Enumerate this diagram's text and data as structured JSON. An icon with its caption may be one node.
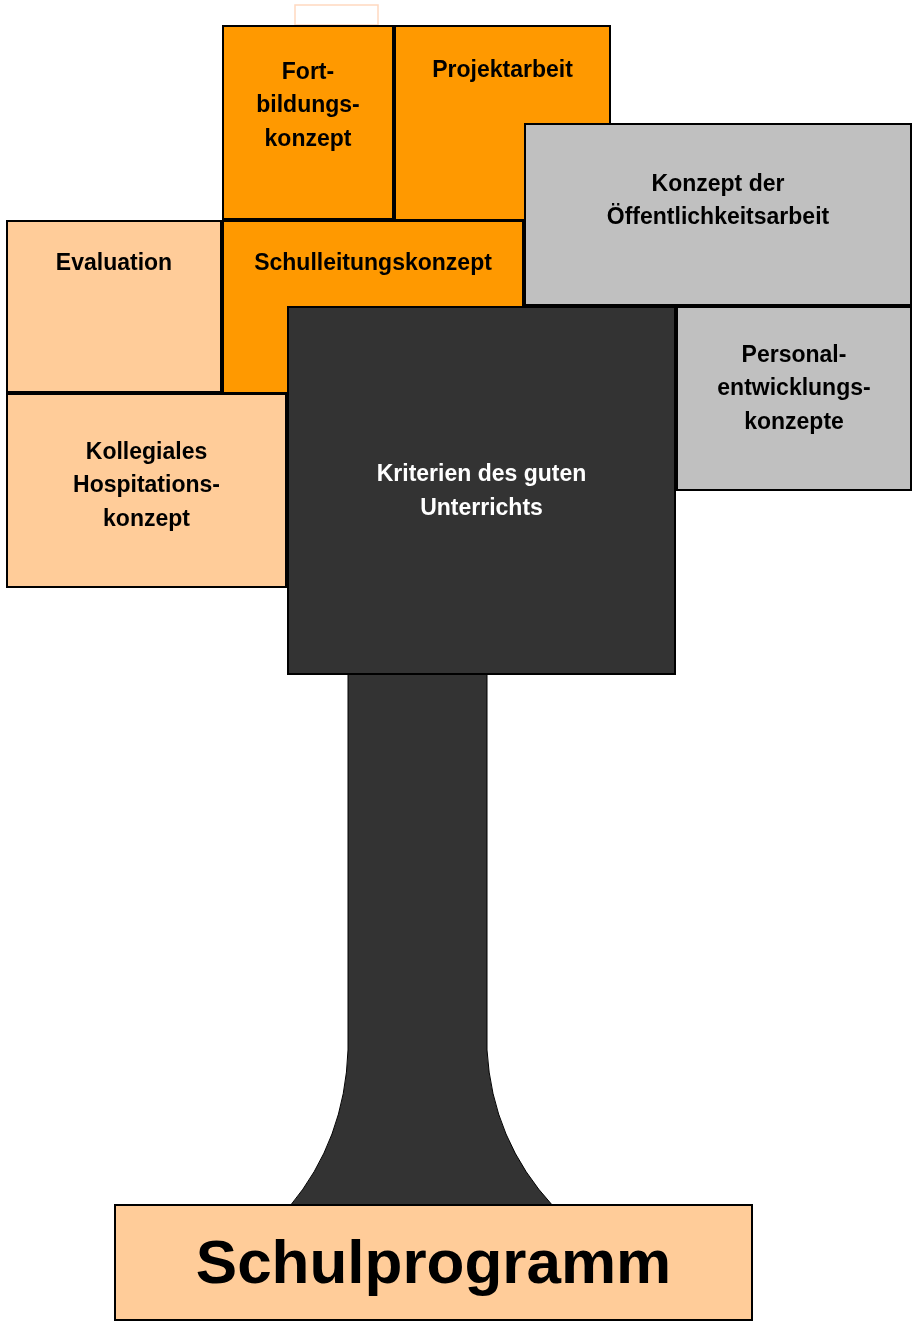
{
  "diagram": {
    "nodes": [
      {
        "text": [
          "Fort- bildungs- konzept"
        ]
      },
      {
        "text": [
          "Projektarbeit"
        ]
      },
      {
        "text": [
          "Konzept der Öffentlichkeitsarbeit"
        ]
      },
      {
        "text": [
          "Evaluation"
        ]
      },
      {
        "text": [
          "Schulleitungskonzept"
        ]
      },
      {
        "text": [
          "Personal- entwicklungs- konzepte"
        ]
      },
      {
        "text": [
          "Kollegiales Hospitations- konzept"
        ]
      },
      {
        "text": [
          "Kriterien des guten Unterrichts"
        ]
      },
      {
        "text": [
          "Schulprogramm"
        ]
      }
    ],
    "edges": []
  }
}
